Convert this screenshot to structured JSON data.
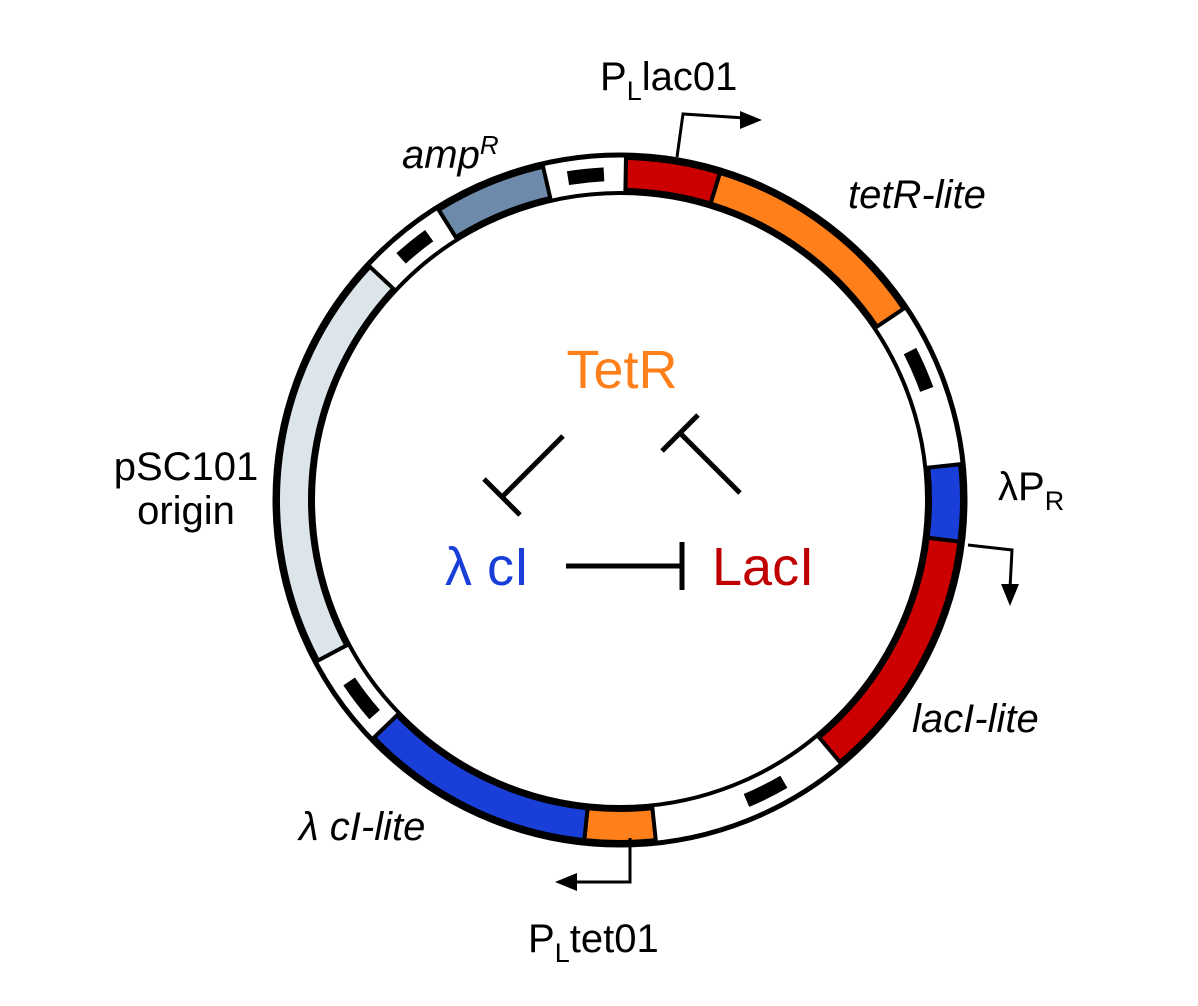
{
  "promoters": {
    "plac": {
      "prefix": "P",
      "sub": "L",
      "suffix": "lac01"
    },
    "ptet": {
      "prefix": "P",
      "sub": "L",
      "suffix": "tet01"
    },
    "lambda_pr": {
      "prefix": "λP",
      "sub": "R"
    }
  },
  "genes": {
    "tetr": "tetR-lite",
    "laci": "lacI-lite",
    "cl": "λ cI-lite",
    "amp": {
      "base": "amp",
      "sup": "R"
    },
    "origin": {
      "line1": "pSC101",
      "line2": "origin"
    }
  },
  "repressors": {
    "tetr": "TetR",
    "laci": "LacI",
    "cl": "λ cI"
  },
  "colors": {
    "red": "#cc0000",
    "orange": "#ff7f1a",
    "blue": "#1a3fd9",
    "grey_blue": "#6e8aaa",
    "pale": "#dce6ea",
    "black": "#000000",
    "tetr_text": "#ff7f1a",
    "laci_text": "#c00000",
    "cl_text": "#1a3fd9"
  }
}
